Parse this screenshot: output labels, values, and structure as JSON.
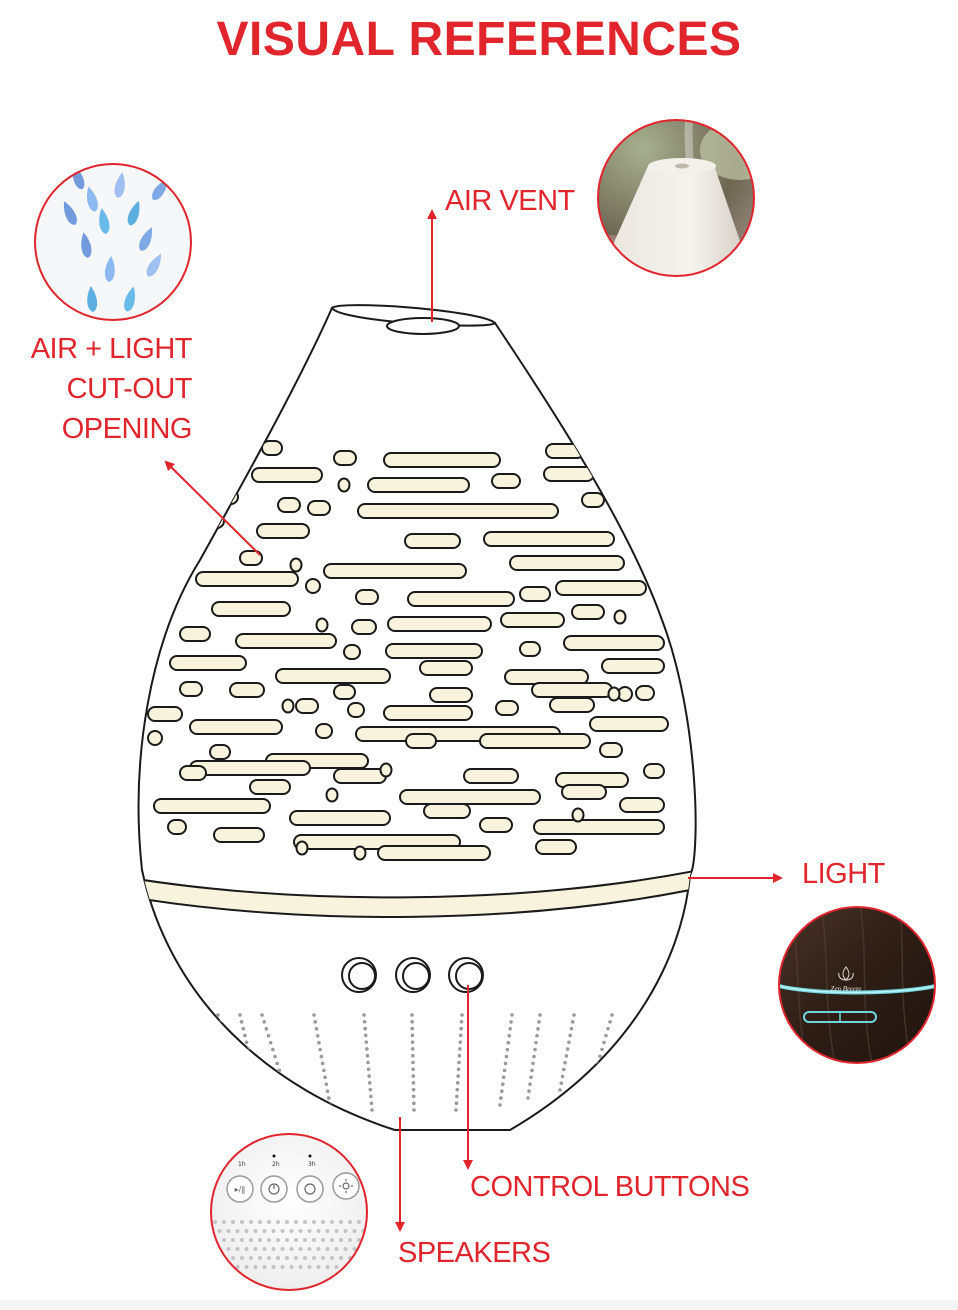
{
  "title": "VISUAL REFERENCES",
  "colors": {
    "accent": "#e0252d",
    "outline": "#1a1a1a",
    "cutout_fill": "#f8f3dc",
    "speaker_dot": "#9a9a9a",
    "light_ring": "#6fd6e0"
  },
  "labels": {
    "air_vent": "AIR VENT",
    "air_light_lines": [
      "AIR + LIGHT",
      "CUT-OUT",
      "OPENING"
    ],
    "light": "LIGHT",
    "control_buttons": "CONTROL BUTTONS",
    "speakers": "SPEAKERS"
  },
  "reference_icons": {
    "air_vent": "white-diffuser-top-photo",
    "air_light": "water-drop-cutout-photo",
    "light": "dark-wood-diffuser-led-photo",
    "speakers": "control-panel-speaker-photo"
  },
  "control_panel_photo": {
    "brand_text": "Zen Breeze"
  }
}
